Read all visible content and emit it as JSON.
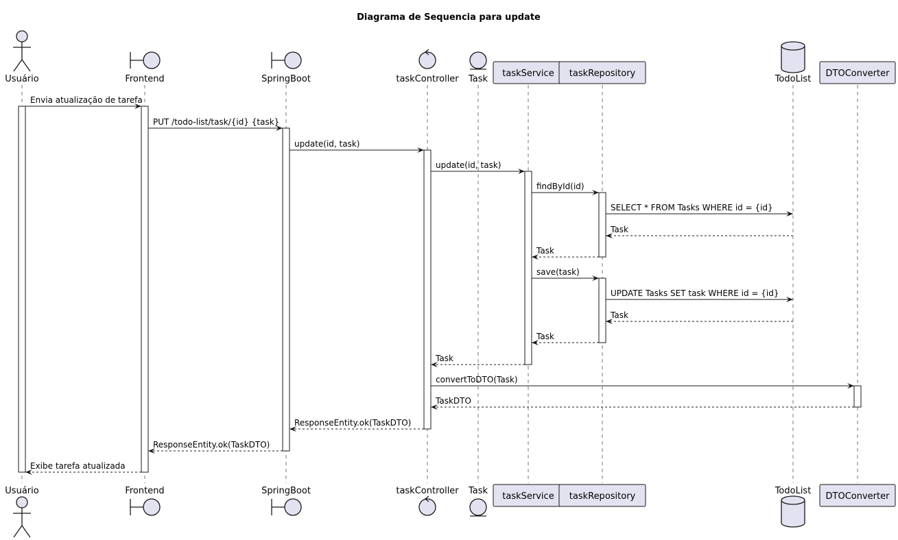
{
  "title": "Diagrama de Sequencia para update",
  "colors": {
    "participant_fill": "#e2e2f0",
    "line": "#181818",
    "activation_fill": "#ffffff"
  },
  "participants": [
    {
      "id": "usuario",
      "label": "Usuário",
      "kind": "actor"
    },
    {
      "id": "frontend",
      "label": "Frontend",
      "kind": "boundary"
    },
    {
      "id": "springboot",
      "label": "SpringBoot",
      "kind": "boundary"
    },
    {
      "id": "taskcontroller",
      "label": "taskController",
      "kind": "control"
    },
    {
      "id": "task",
      "label": "Task",
      "kind": "entity"
    },
    {
      "id": "taskservice",
      "label": "taskService",
      "kind": "participant"
    },
    {
      "id": "taskrepository",
      "label": "taskRepository",
      "kind": "participant"
    },
    {
      "id": "todolist",
      "label": "TodoList",
      "kind": "database"
    },
    {
      "id": "dtoconverter",
      "label": "DTOConverter",
      "kind": "participant"
    }
  ],
  "messages": [
    {
      "from": "usuario",
      "to": "frontend",
      "label": "Envia atualização de tarefa",
      "style": "solid"
    },
    {
      "from": "frontend",
      "to": "springboot",
      "label": "PUT /todo-list/task/{id} {task}",
      "style": "solid"
    },
    {
      "from": "springboot",
      "to": "taskcontroller",
      "label": "update(id, task)",
      "style": "solid"
    },
    {
      "from": "taskcontroller",
      "to": "taskservice",
      "label": "update(id, task)",
      "style": "solid"
    },
    {
      "from": "taskservice",
      "to": "taskrepository",
      "label": "findById(id)",
      "style": "solid"
    },
    {
      "from": "taskrepository",
      "to": "todolist",
      "label": "SELECT * FROM Tasks WHERE id = {id}",
      "style": "solid"
    },
    {
      "from": "todolist",
      "to": "taskrepository",
      "label": "Task",
      "style": "dashed"
    },
    {
      "from": "taskrepository",
      "to": "taskservice",
      "label": "Task",
      "style": "dashed"
    },
    {
      "from": "taskservice",
      "to": "taskrepository",
      "label": "save(task)",
      "style": "solid"
    },
    {
      "from": "taskrepository",
      "to": "todolist",
      "label": "UPDATE Tasks SET task WHERE id = {id}",
      "style": "solid"
    },
    {
      "from": "todolist",
      "to": "taskrepository",
      "label": "Task",
      "style": "dashed"
    },
    {
      "from": "taskrepository",
      "to": "taskservice",
      "label": "Task",
      "style": "dashed"
    },
    {
      "from": "taskservice",
      "to": "taskcontroller",
      "label": "Task",
      "style": "dashed"
    },
    {
      "from": "taskcontroller",
      "to": "dtoconverter",
      "label": "convertToDTO(Task)",
      "style": "solid"
    },
    {
      "from": "dtoconverter",
      "to": "taskcontroller",
      "label": "TaskDTO",
      "style": "dashed"
    },
    {
      "from": "taskcontroller",
      "to": "springboot",
      "label": "ResponseEntity.ok(TaskDTO)",
      "style": "dashed"
    },
    {
      "from": "springboot",
      "to": "frontend",
      "label": "ResponseEntity.ok(TaskDTO)",
      "style": "dashed"
    },
    {
      "from": "frontend",
      "to": "usuario",
      "label": "Exibe tarefa atualizada",
      "style": "dashed"
    }
  ]
}
